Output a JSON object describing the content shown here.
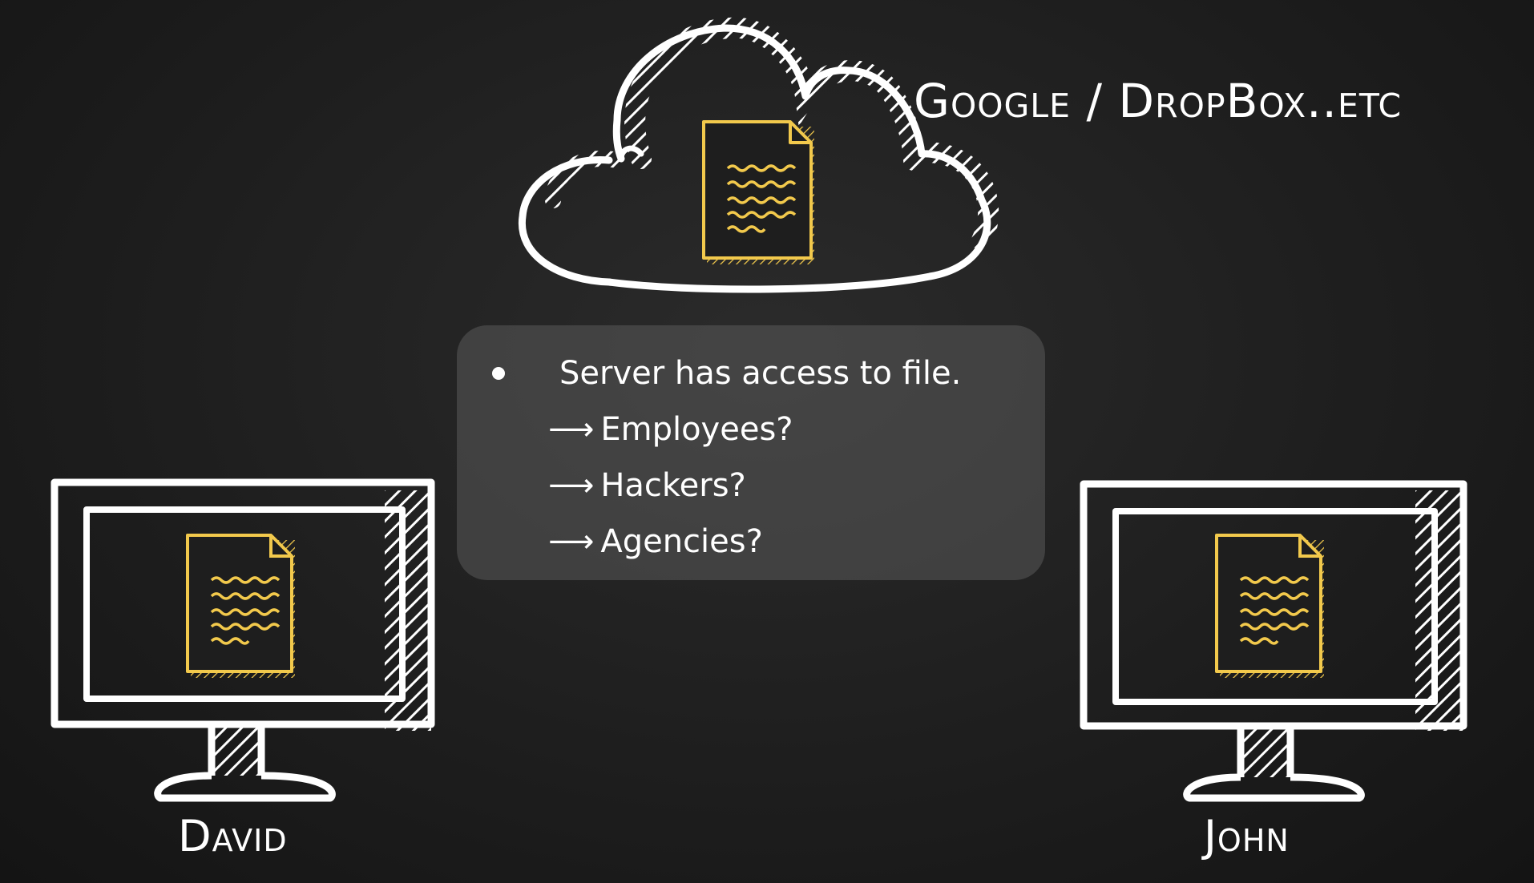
{
  "cloud": {
    "label": "Google / DropBox..etc"
  },
  "computers": [
    {
      "name": "David"
    },
    {
      "name": "John"
    }
  ],
  "info": {
    "bullet": "Server has access to file.",
    "arrow_glyph": "⟶",
    "items": [
      "Employees?",
      "Hackers?",
      "Agencies?"
    ]
  },
  "colors": {
    "chalk": "#ffffff",
    "document": "#f2c94c",
    "background": "#1e1e1e",
    "box": "#5a5a5a"
  }
}
